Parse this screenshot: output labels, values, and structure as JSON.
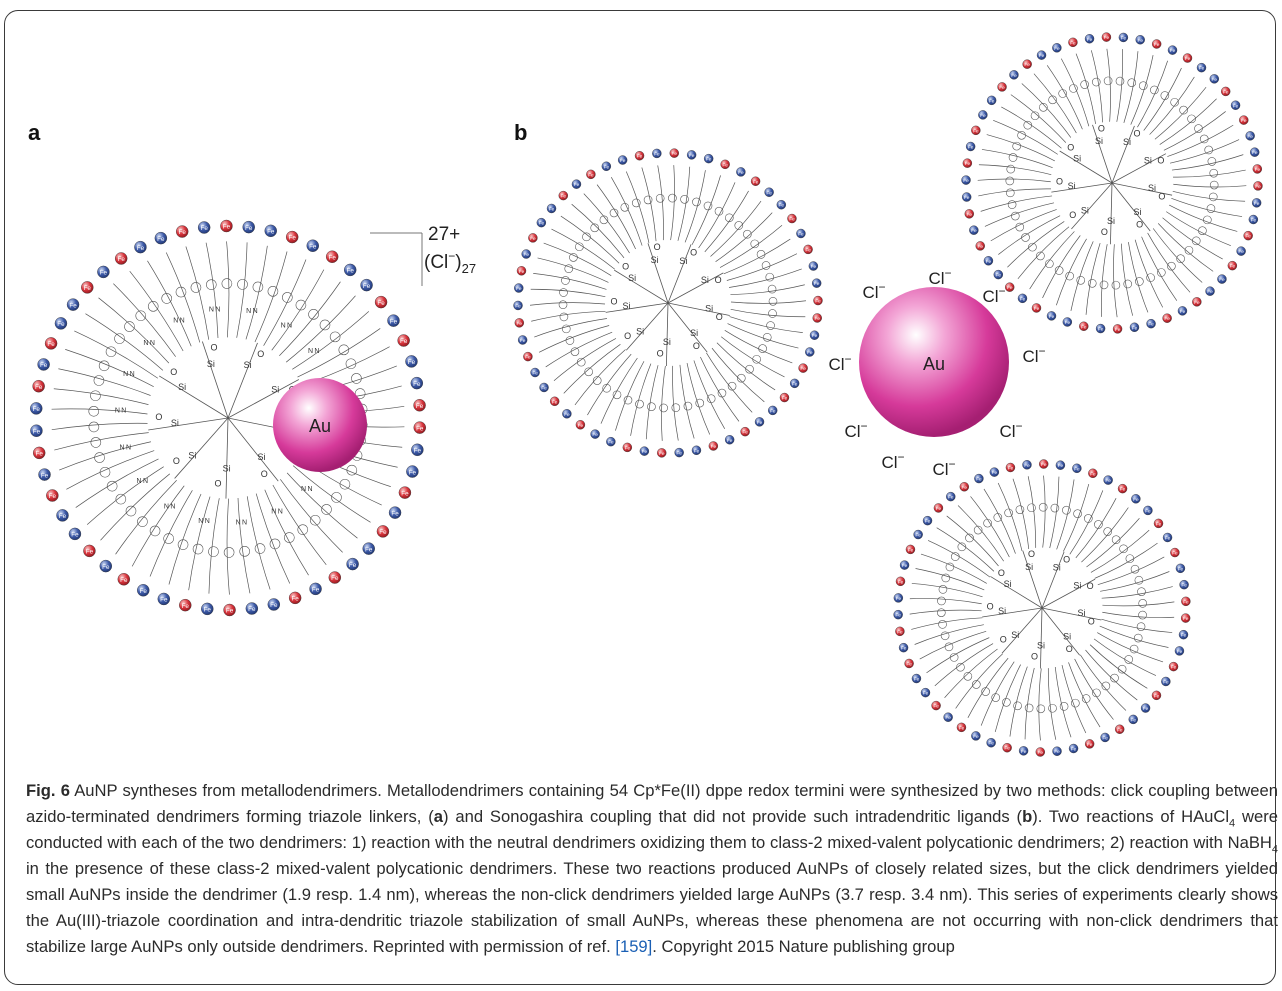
{
  "panels": {
    "a": {
      "label": "a",
      "charge": "27+",
      "counterion": "(Cl",
      "counterion_sup": "−",
      "counterion_close": ")",
      "counterion_sub": "27",
      "particle": "Au",
      "branch_label": "Si",
      "triazole_label": "N N",
      "terminus_label": "Fe"
    },
    "b": {
      "label": "b",
      "particle": "Au",
      "chloride": "Cl",
      "chloride_sup": "−",
      "branch_label": "Si",
      "oxygen_label": "O",
      "terminus_label": "Fe"
    }
  },
  "colors": {
    "neutral_terminus": "#3d5aa8",
    "oxidized_terminus": "#d9343c",
    "gold_particle": "#d63a9a",
    "dendrimer_lines": "#555555"
  },
  "caption": {
    "fig_label": "Fig. 6",
    "seg1": " AuNP syntheses from metallodendrimers. Metallodendrimers containing 54 Cp*Fe(II) dppe redox termini were synthesized by two methods: click coupling between azido-terminated dendrimers forming triazole linkers, (",
    "a": "a",
    "seg2": ") and Sonogashira coupling that did not provide such intradendritic ligands (",
    "b": "b",
    "seg3": "). Two reactions of HAuCl",
    "sub4a": "4",
    "seg4": " were conducted with each of the two dendrimers: 1) reaction with the neutral dendrimers oxidizing them to class-2 mixed-valent polycationic dendrimers; 2) reaction with NaBH",
    "sub4b": "4",
    "seg5": " in the presence of these class-2 mixed-valent polycationic dendrimers. These two reactions produced AuNPs of closely related sizes, but the click dendrimers yielded small AuNPs inside the dendrimer (1.9 resp. 1.4 nm), whereas the non-click dendrimers yielded large AuNPs (3.7 resp. 3.4 nm). This series of experiments clearly shows the Au(III)-triazole coordination and intra-dendritic triazole stabilization of small AuNPs, whereas these phenomena are not occurring with non-click dendrimers that stabilize large AuNPs only outside dendrimers. Reprinted with permission of ref. ",
    "ref": "[159]",
    "seg6": ". Copyright 2015 Nature publishing group"
  }
}
